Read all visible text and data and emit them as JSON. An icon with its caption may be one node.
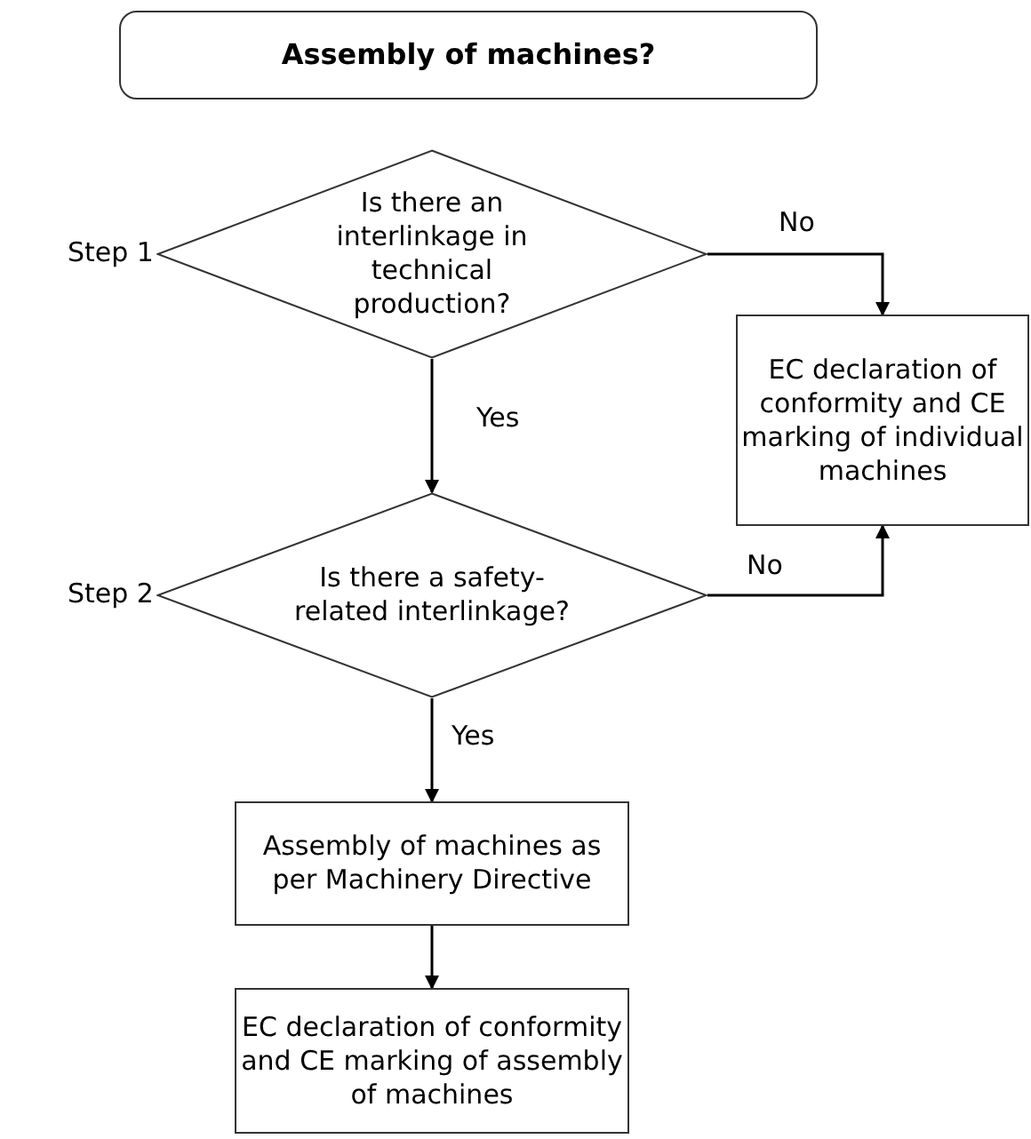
{
  "diagram": {
    "title": "Assembly of machines?",
    "nodes": [
      {
        "text": [
          "Is there an interlinkage in technical production?"
        ]
      },
      {
        "text": [
          "EC declaration of conformity and CE marking of individual machines"
        ]
      },
      {
        "text": [
          "Is there a safety-related interlinkage?"
        ]
      },
      {
        "text": [
          "Assembly of machines as per Machinery Directive"
        ]
      },
      {
        "text": [
          "EC declaration of conformity and CE marking of assembly of machines"
        ]
      }
    ],
    "edges": [
      {
        "from": 0,
        "to": 1,
        "arrow": "to",
        "label": "No"
      },
      {
        "from": 0,
        "to": 2,
        "arrow": "to",
        "label": "Yes"
      },
      {
        "from": 2,
        "to": 1,
        "arrow": "to",
        "label": "No"
      },
      {
        "from": 2,
        "to": 3,
        "arrow": "to",
        "label": "Yes"
      },
      {
        "from": 3,
        "to": 4,
        "arrow": "to"
      }
    ],
    "labels": [
      "Step 1",
      "Step 2"
    ]
  }
}
